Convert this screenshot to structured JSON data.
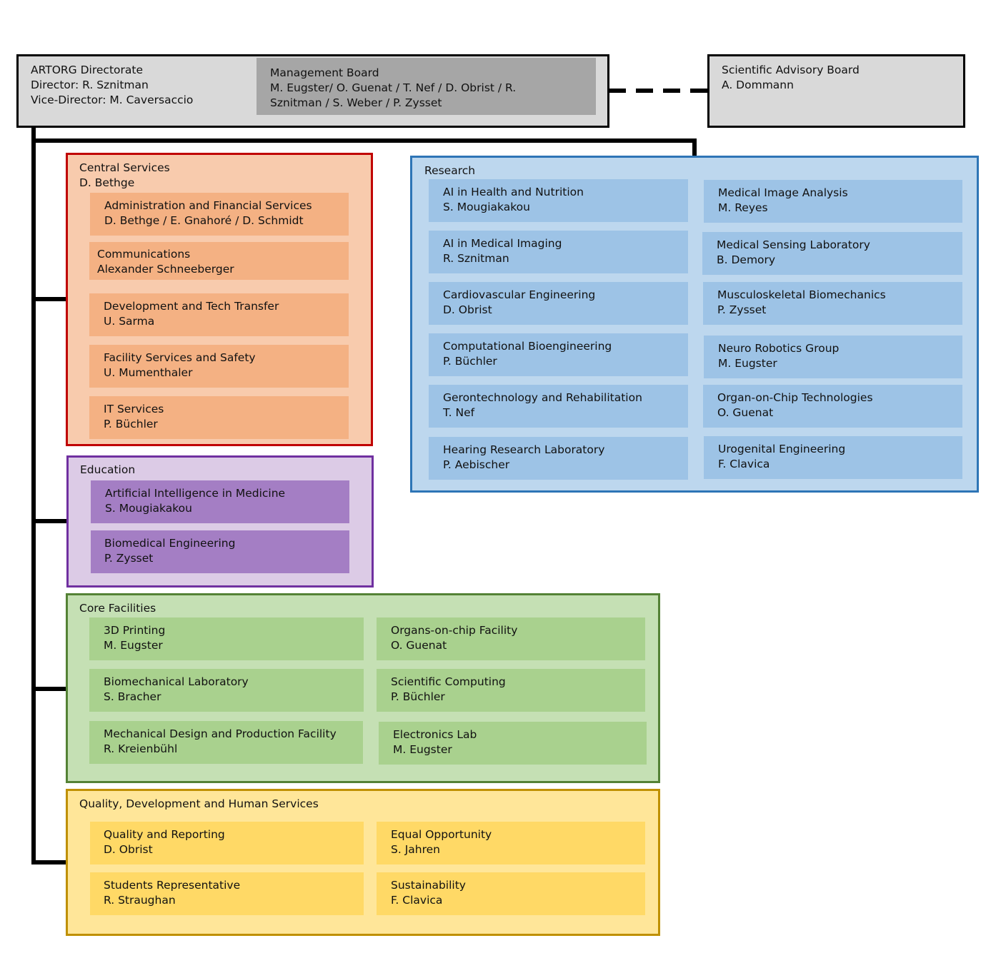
{
  "directorate": {
    "title": "ARTORG Directorate",
    "director": "Director: R. Sznitman",
    "vice_director": "Vice-Director: M. Caversaccio"
  },
  "management_board": {
    "title": "Management Board",
    "line1": "M. Eugster/ O. Guenat / T. Nef / D. Obrist / R.",
    "line2": "Sznitman / S. Weber / P. Zysset"
  },
  "advisory_board": {
    "title": "Scientific Advisory Board",
    "person": "A. Dommann"
  },
  "central_services": {
    "title": "Central Services",
    "head": "D. Bethge",
    "units": [
      {
        "name": "Administration and Financial Services",
        "person": "D. Bethge / E. Gnahoré / D. Schmidt"
      },
      {
        "name": "Communications",
        "person": "Alexander Schneeberger"
      },
      {
        "name": "Development and Tech Transfer",
        "person": "U. Sarma"
      },
      {
        "name": "Facility Services and Safety",
        "person": "U. Mumenthaler"
      },
      {
        "name": "IT Services",
        "person": "P. Büchler"
      }
    ]
  },
  "education": {
    "title": "Education",
    "units": [
      {
        "name": "Artificial Intelligence in Medicine",
        "person": "S. Mougiakakou"
      },
      {
        "name": "Biomedical Engineering",
        "person": "P. Zysset"
      }
    ]
  },
  "research": {
    "title": "Research",
    "units": [
      {
        "name": "AI in Health and Nutrition",
        "person": "S. Mougiakakou"
      },
      {
        "name": "Medical Image Analysis",
        "person": "M. Reyes"
      },
      {
        "name": "AI in Medical Imaging",
        "person": "R. Sznitman"
      },
      {
        "name": "Medical Sensing Laboratory",
        "person": "B. Demory"
      },
      {
        "name": "Cardiovascular Engineering",
        "person": "D. Obrist"
      },
      {
        "name": "Musculoskeletal Biomechanics",
        "person": "P. Zysset"
      },
      {
        "name": "Computational Bioengineering",
        "person": "P. Büchler"
      },
      {
        "name": "Neuro Robotics Group",
        "person": "M. Eugster"
      },
      {
        "name": "Gerontechnology and Rehabilitation",
        "person": "T. Nef"
      },
      {
        "name": "Organ-on-Chip Technologies",
        "person": "O. Guenat"
      },
      {
        "name": "Hearing Research Laboratory",
        "person": "P. Aebischer"
      },
      {
        "name": "Urogenital Engineering",
        "person": "F. Clavica"
      }
    ]
  },
  "core_facilities": {
    "title": "Core Facilities",
    "units": [
      {
        "name": "3D Printing",
        "person": "M. Eugster"
      },
      {
        "name": "Organs-on-chip Facility",
        "person": "O. Guenat"
      },
      {
        "name": "Biomechanical Laboratory",
        "person": "S. Bracher"
      },
      {
        "name": "Scientific Computing",
        "person": "P. Büchler"
      },
      {
        "name": "Mechanical Design and Production Facility",
        "person": "R. Kreienbühl"
      },
      {
        "name": "Electronics Lab",
        "person": "M. Eugster"
      }
    ]
  },
  "quality": {
    "title": "Quality, Development and Human Services",
    "units": [
      {
        "name": "Quality and Reporting",
        "person": "D. Obrist"
      },
      {
        "name": "Equal Opportunity",
        "person": "S. Jahren"
      },
      {
        "name": "Students Representative",
        "person": "R. Straughan"
      },
      {
        "name": "Sustainability",
        "person": "F. Clavica"
      }
    ]
  },
  "colors": {
    "central_bg": "#f8cbad",
    "central_border": "#c00000",
    "central_cell": "#f4b183",
    "education_bg": "#dccbe6",
    "education_border": "#7030a0",
    "education_cell": "#a47ec4",
    "research_bg": "#bdd7ee",
    "research_border": "#2e75b6",
    "research_cell": "#9dc3e6",
    "core_bg": "#c5e0b4",
    "core_border": "#548235",
    "core_cell": "#a9d18e",
    "quality_bg": "#ffe699",
    "quality_border": "#bf9000",
    "quality_cell": "#ffd966",
    "directorate_bg": "#d9d9d9",
    "board_bg": "#a6a6a6"
  }
}
